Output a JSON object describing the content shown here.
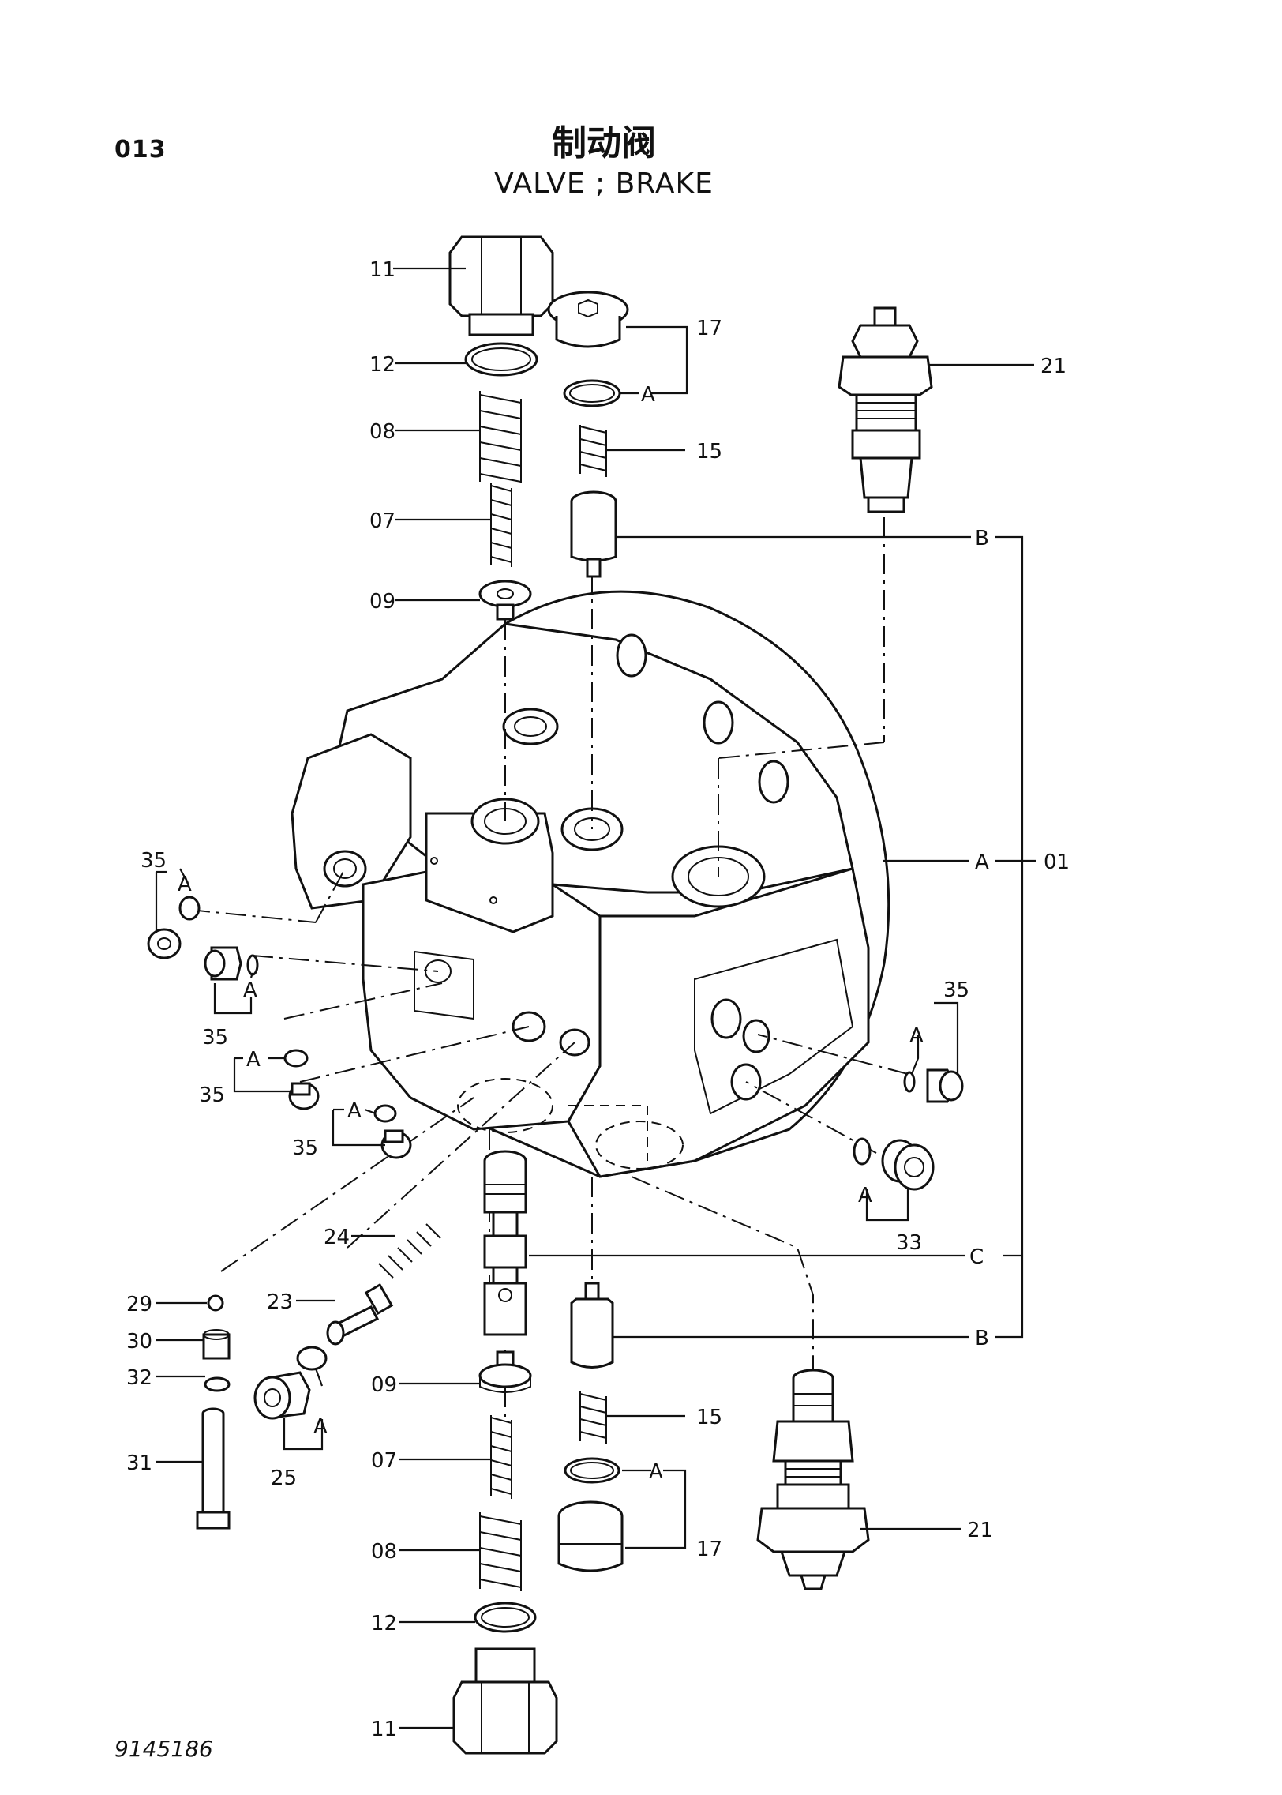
{
  "page_code": "013",
  "title_cn": "制动阀",
  "title_en": "VALVE ; BRAKE",
  "figure_code": "9145186",
  "callouts": {
    "c11_top": "11",
    "c12_top": "12",
    "c08_top": "08",
    "c07_top": "07",
    "c09_top": "09",
    "c17_top": "17",
    "c15_top": "15",
    "c21_top": "21",
    "c01": "01",
    "c35_a": "35",
    "c35_b": "35",
    "c35_c": "35",
    "c35_d": "35",
    "c35_e": "35",
    "c33": "33",
    "c24": "24",
    "c23": "23",
    "c29": "29",
    "c30": "30",
    "c32": "32",
    "c31": "31",
    "c25": "25",
    "c09_bot": "09",
    "c07_bot": "07",
    "c08_bot": "08",
    "c12_bot": "12",
    "c11_bot": "11",
    "c15_bot": "15",
    "c17_bot": "17",
    "c21_bot": "21"
  },
  "refs": {
    "a_top17": "A",
    "b_top": "B",
    "a_body": "A",
    "c_mid": "C",
    "b_bot": "B",
    "a_bot17": "A",
    "a_35a": "A",
    "a_35b": "A",
    "a_35c": "A",
    "a_35d": "A",
    "a_35e": "A",
    "a_33": "A",
    "a_25": "A"
  }
}
